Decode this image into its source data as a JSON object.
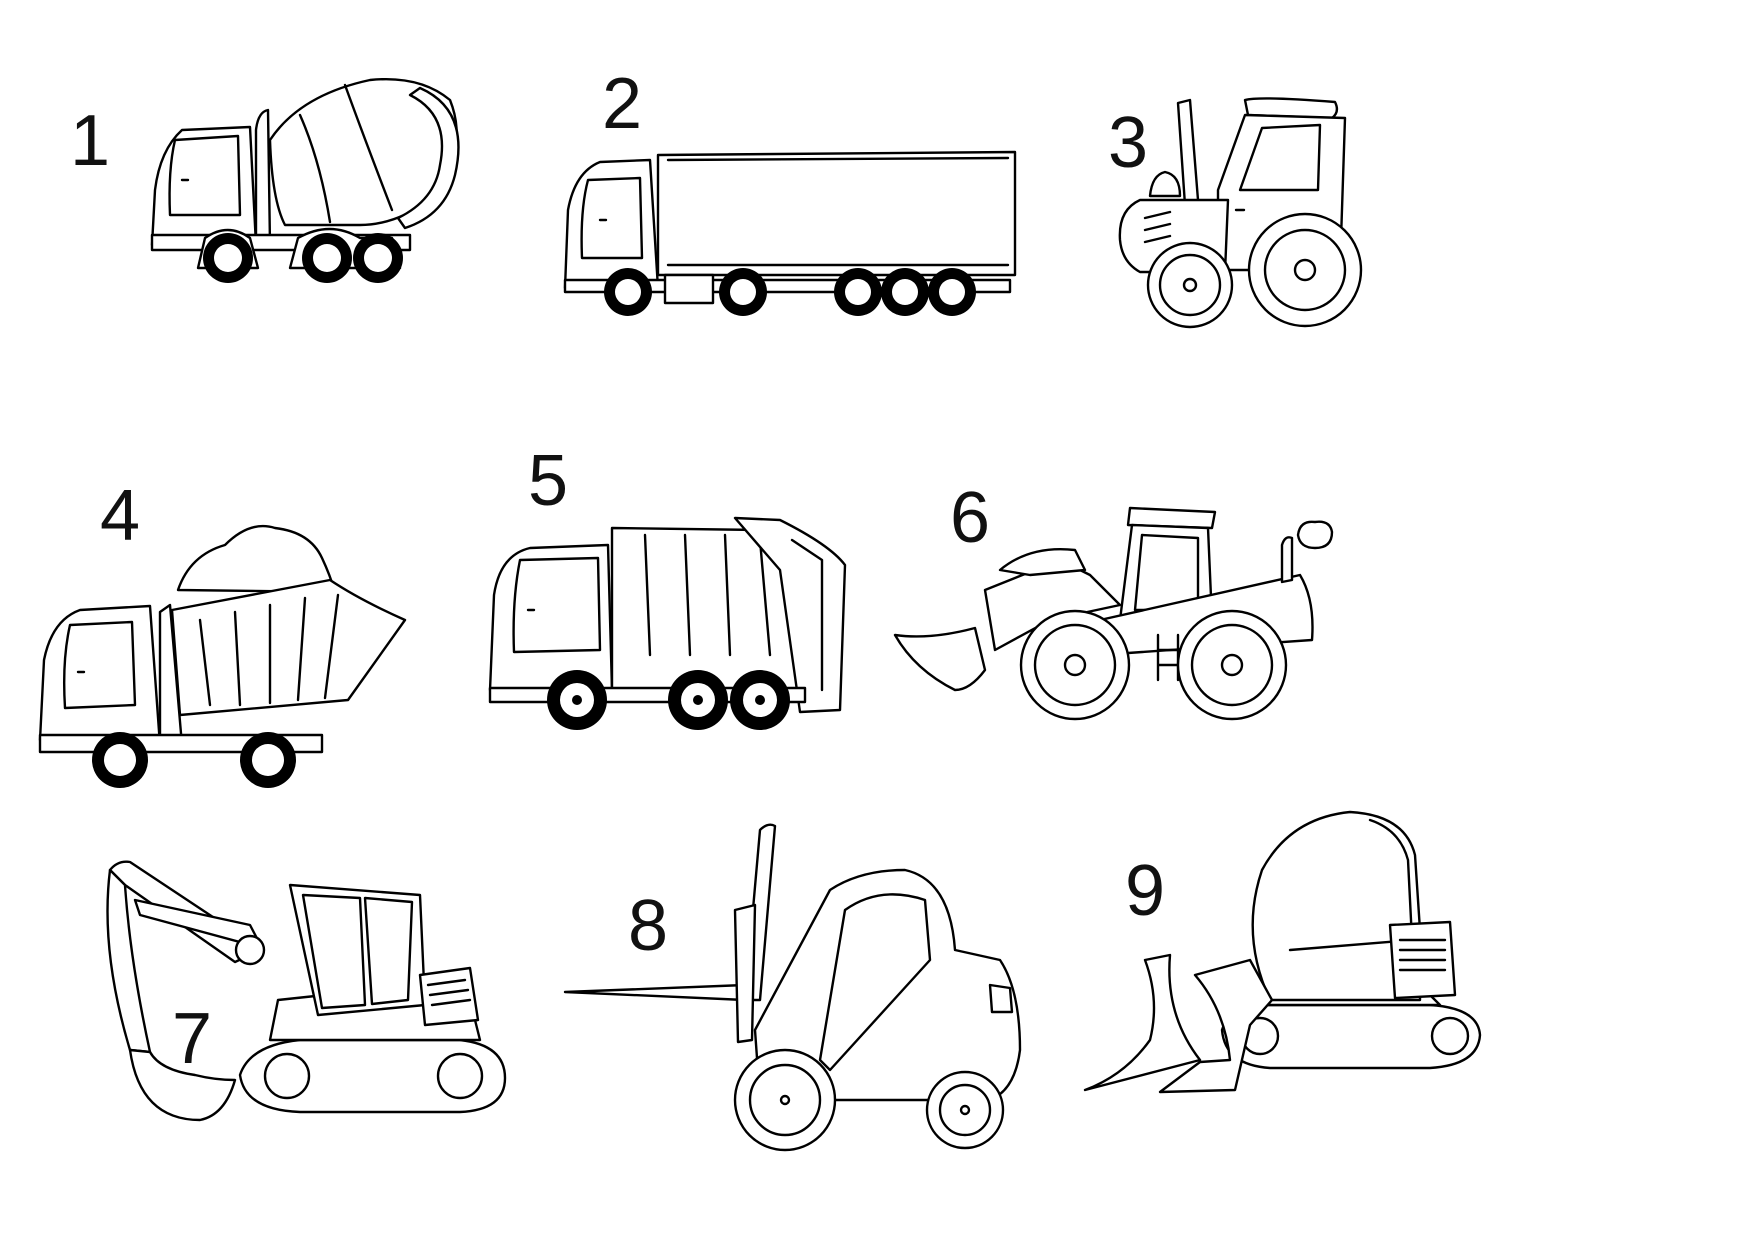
{
  "labels": [
    "1",
    "2",
    "3",
    "4",
    "5",
    "6",
    "7",
    "8",
    "9"
  ],
  "icons": {
    "v1": "cement-mixer-truck-icon",
    "v2": "semi-truck-icon",
    "v3": "tractor-icon",
    "v4": "dump-truck-icon",
    "v5": "garbage-truck-icon",
    "v6": "wheel-loader-icon",
    "v7": "excavator-icon",
    "v8": "forklift-icon",
    "v9": "bulldozer-icon"
  },
  "colors": {
    "line": "#000000",
    "background": "#ffffff"
  }
}
